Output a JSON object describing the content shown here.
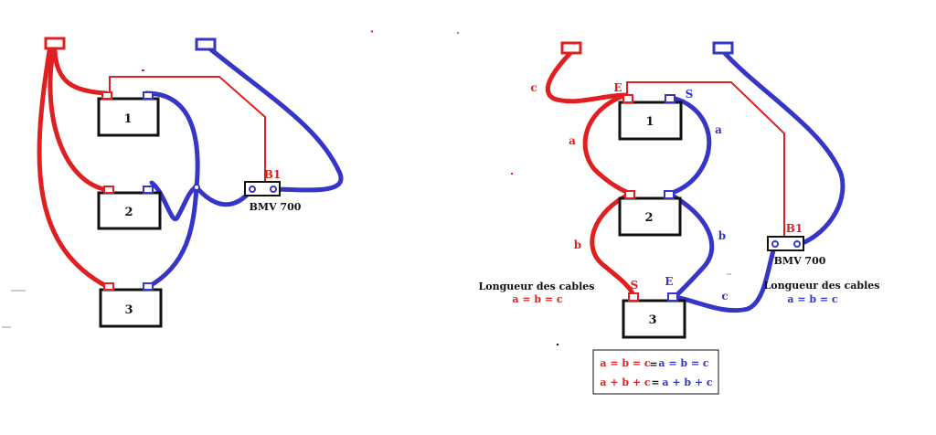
{
  "colors": {
    "positive": "#e02020",
    "negative": "#3535c8",
    "box": "#111111",
    "background": "#ffffff"
  },
  "left": {
    "batteries": [
      "1",
      "2",
      "3"
    ],
    "shunt": {
      "tag": "B1",
      "name": "BMV 700"
    }
  },
  "right": {
    "batteries": [
      "1",
      "2",
      "3"
    ],
    "shunt": {
      "tag": "B1",
      "name": "BMV 700"
    },
    "terminals": {
      "e_top": "E",
      "s_top": "S",
      "s_bottom": "S",
      "e_bottom": "E"
    },
    "cables": {
      "a_red": "a",
      "a_blue": "a",
      "b_red": "b",
      "b_blue": "b",
      "c_red": "c",
      "c_blue": "c"
    },
    "note_left": {
      "title": "Longueur des cables",
      "formula": "a = b = c"
    },
    "note_right": {
      "title": "Longueur des cables",
      "formula": "a = b = c"
    },
    "equations": {
      "row1": {
        "red": "a = b = c",
        "eq": "=",
        "blue": "a = b = c"
      },
      "row2": {
        "red": "a + b + c",
        "eq": "=",
        "blue": "a + b + c"
      }
    }
  }
}
